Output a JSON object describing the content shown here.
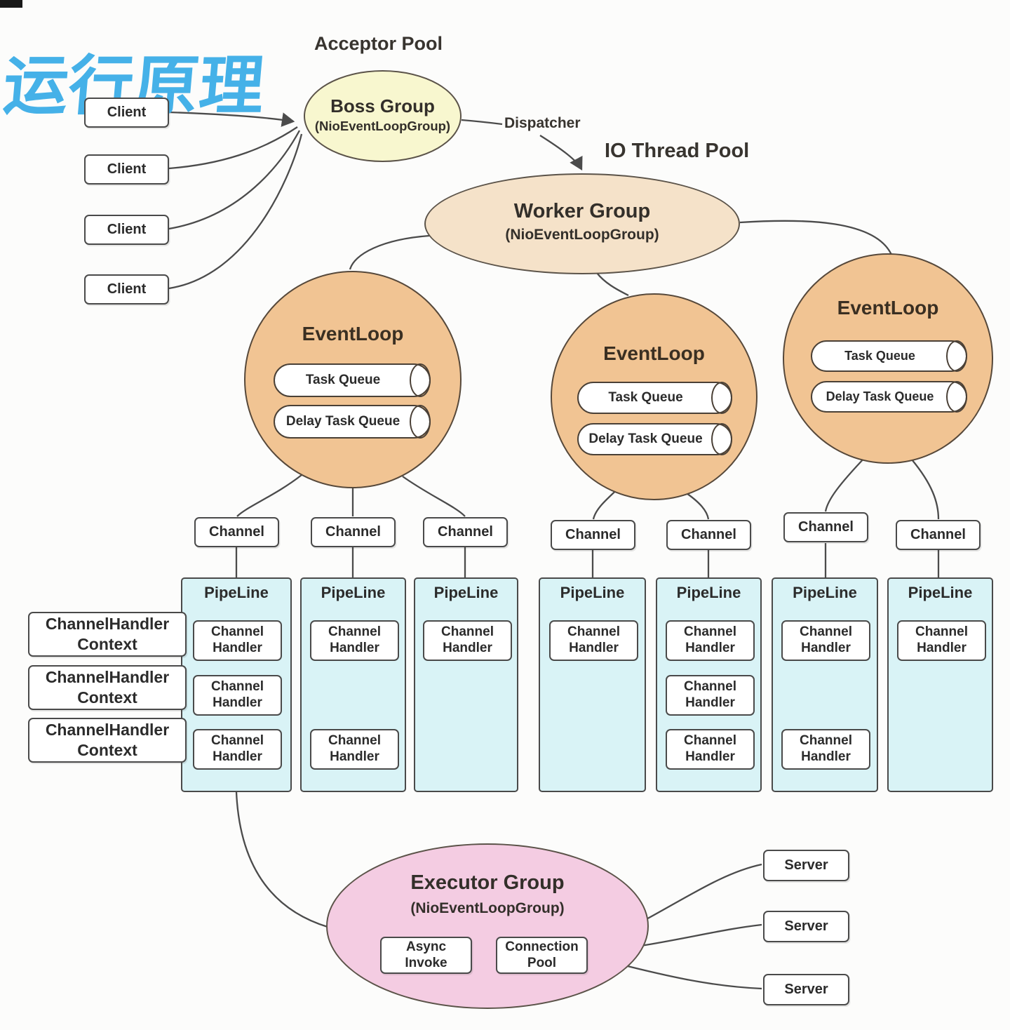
{
  "title": "运行原理",
  "labels": {
    "acceptor_pool": "Acceptor Pool",
    "dispatcher": "Dispatcher",
    "io_thread_pool": "IO Thread Pool"
  },
  "clients": [
    {
      "label": "Client"
    },
    {
      "label": "Client"
    },
    {
      "label": "Client"
    },
    {
      "label": "Client"
    }
  ],
  "groups": {
    "boss": {
      "name": "Boss Group",
      "subtitle": "(NioEventLoopGroup)"
    },
    "worker": {
      "name": "Worker Group",
      "subtitle": "(NioEventLoopGroup)"
    },
    "executor": {
      "name": "Executor Group",
      "subtitle": "(NioEventLoopGroup)",
      "async_invoke": {
        "line1": "Async",
        "line2": "Invoke"
      },
      "connection_pool": {
        "line1": "Connection",
        "line2": "Pool"
      }
    }
  },
  "event_loops": [
    {
      "title": "EventLoop",
      "queues": [
        "Task Queue",
        "Delay Task Queue"
      ]
    },
    {
      "title": "EventLoop",
      "queues": [
        "Task Queue",
        "Delay Task Queue"
      ]
    },
    {
      "title": "EventLoop",
      "queues": [
        "Task Queue",
        "Delay Task Queue"
      ]
    }
  ],
  "channels": [
    {
      "label": "Channel"
    },
    {
      "label": "Channel"
    },
    {
      "label": "Channel"
    },
    {
      "label": "Channel"
    },
    {
      "label": "Channel"
    },
    {
      "label": "Channel"
    },
    {
      "label": "Channel"
    }
  ],
  "pipelines": [
    {
      "label": "PipeLine",
      "handlers": [
        {
          "line1": "Channel",
          "line2": "Handler"
        },
        {
          "line1": "Channel",
          "line2": "Handler"
        },
        {
          "line1": "Channel",
          "line2": "Handler"
        }
      ]
    },
    {
      "label": "PipeLine",
      "handlers": [
        {
          "line1": "Channel",
          "line2": "Handler"
        },
        {
          "line1": "Channel",
          "line2": "Handler"
        }
      ]
    },
    {
      "label": "PipeLine",
      "handlers": [
        {
          "line1": "Channel",
          "line2": "Handler"
        }
      ]
    },
    {
      "label": "PipeLine",
      "handlers": [
        {
          "line1": "Channel",
          "line2": "Handler"
        }
      ]
    },
    {
      "label": "PipeLine",
      "handlers": [
        {
          "line1": "Channel",
          "line2": "Handler"
        },
        {
          "line1": "Channel",
          "line2": "Handler"
        },
        {
          "line1": "Channel",
          "line2": "Handler"
        }
      ]
    },
    {
      "label": "PipeLine",
      "handlers": [
        {
          "line1": "Channel",
          "line2": "Handler"
        },
        {
          "line1": "Channel",
          "line2": "Handler"
        }
      ]
    },
    {
      "label": "PipeLine",
      "handlers": [
        {
          "line1": "Channel",
          "line2": "Handler"
        }
      ]
    }
  ],
  "contexts": [
    {
      "line1": "ChannelHandler",
      "line2": "Context"
    },
    {
      "line1": "ChannelHandler",
      "line2": "Context"
    },
    {
      "line1": "ChannelHandler",
      "line2": "Context"
    }
  ],
  "servers": [
    {
      "label": "Server"
    },
    {
      "label": "Server"
    },
    {
      "label": "Server"
    }
  ],
  "colors": {
    "title": "#45b1e8",
    "boss_fill": "#f8f7cf",
    "worker_fill": "#f5e2c9",
    "eventloop_fill": "#f1c493",
    "pipeline_fill": "#d9f3f6",
    "executor_fill": "#f4cce2",
    "connector": "#4b4b4b"
  }
}
